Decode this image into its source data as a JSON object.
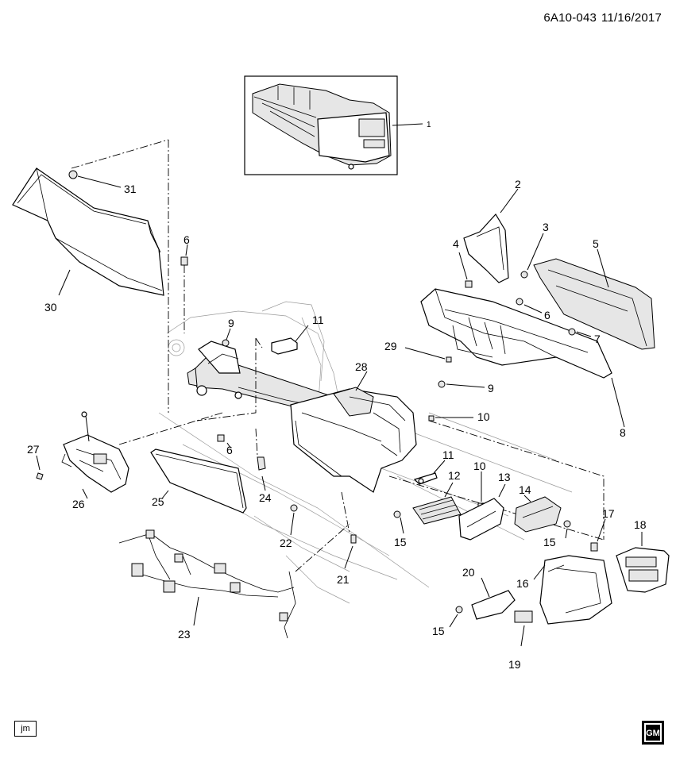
{
  "header": {
    "illustration_id": "6A10-043",
    "date": "11/16/2017"
  },
  "author_initials": "jm",
  "logo": {
    "text": "GM"
  },
  "callouts": [
    "1",
    "2",
    "3",
    "4",
    "5",
    "6",
    "7",
    "8",
    "9",
    "10",
    "11",
    "12",
    "13",
    "14",
    "15",
    "16",
    "17",
    "18",
    "19",
    "20",
    "21",
    "22",
    "23",
    "24",
    "25",
    "26",
    "27",
    "28",
    "29",
    "30",
    "31"
  ]
}
